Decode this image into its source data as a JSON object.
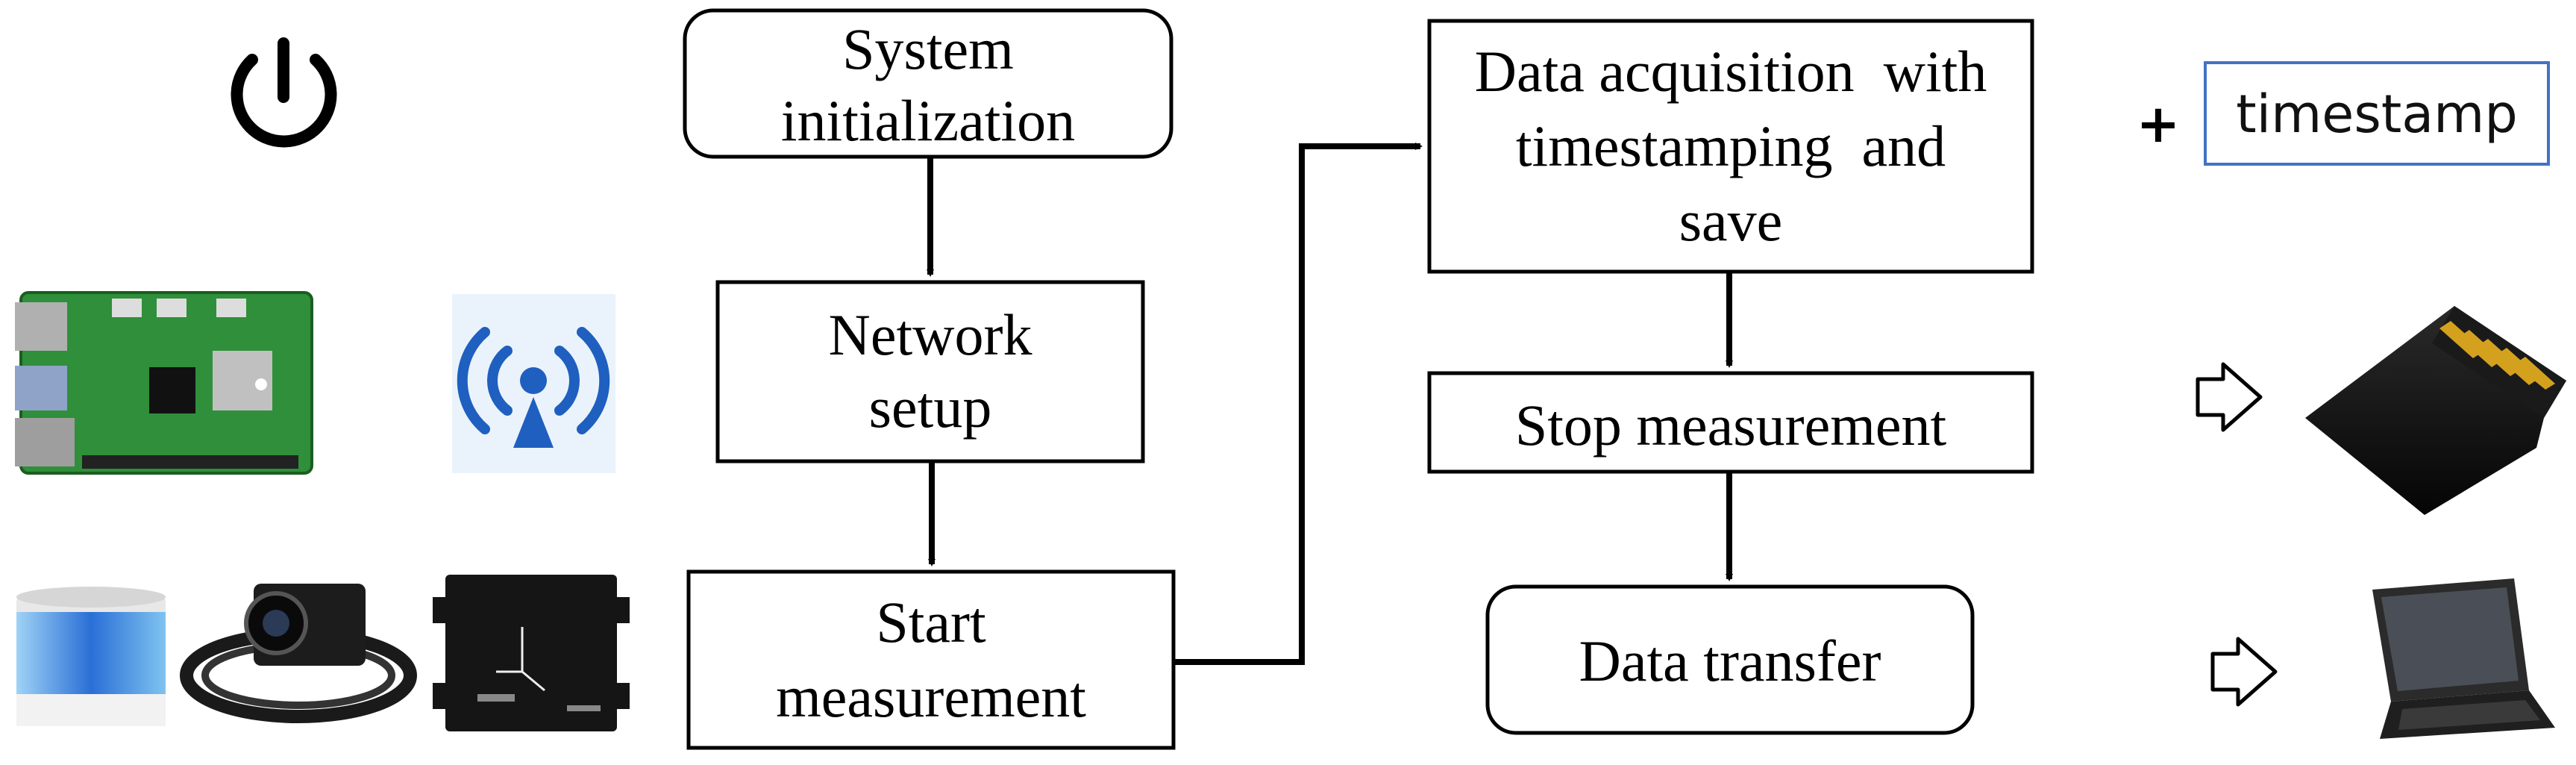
{
  "flowchart": {
    "system_init": {
      "line1": "System",
      "line2": "initialization"
    },
    "network_setup": {
      "line1": "Network",
      "line2": "setup"
    },
    "start_measurement": {
      "line1": "Start",
      "line2": "measurement"
    },
    "data_acquisition": {
      "line1": "Data acquisition  with",
      "line2": "timestamping  and",
      "line3": "save"
    },
    "stop_measurement": {
      "label": "Stop measurement"
    },
    "data_transfer": {
      "label": "Data transfer"
    }
  },
  "annotations": {
    "plus": "+",
    "timestamp": "timestamp"
  },
  "icons": {
    "power": "power-icon",
    "board": "raspberry-pi-board-icon",
    "wireless": "wireless-antenna-icon",
    "lidar": "lidar-sensor-icon",
    "camera": "usb-camera-icon",
    "imu": "imu-module-icon",
    "sd_card": "micro-sd-card-icon",
    "laptop": "laptop-icon",
    "hollow_arrow": "hollow-arrow-icon"
  },
  "colors": {
    "timestamp_border": "#4472c4",
    "wireless_blue": "#1f5fbf",
    "board_green": "#2e7d32"
  }
}
